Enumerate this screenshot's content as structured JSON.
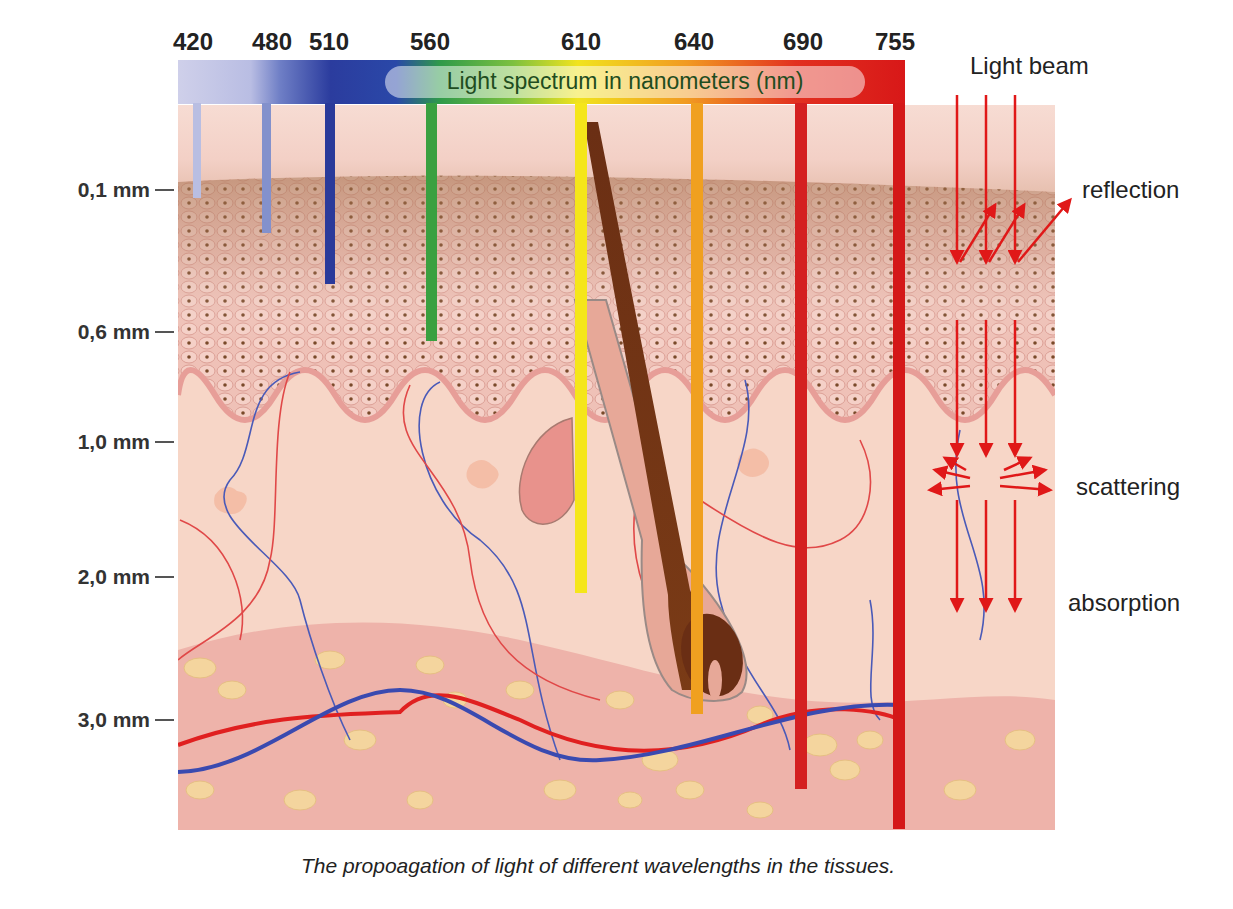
{
  "diagram": {
    "caption": "The propoagation of light of different wavelengths in the tissues.",
    "labels": [
      "420",
      "480",
      "510",
      "560",
      "610",
      "640",
      "690",
      "755",
      "Light spectrum in nanometers (nm)",
      "Light beam",
      "0,1 mm",
      "0,6 mm",
      "1,0 mm",
      "2,0 mm",
      "3,0 mm",
      "reflection",
      "scattering",
      "absorption"
    ]
  }
}
